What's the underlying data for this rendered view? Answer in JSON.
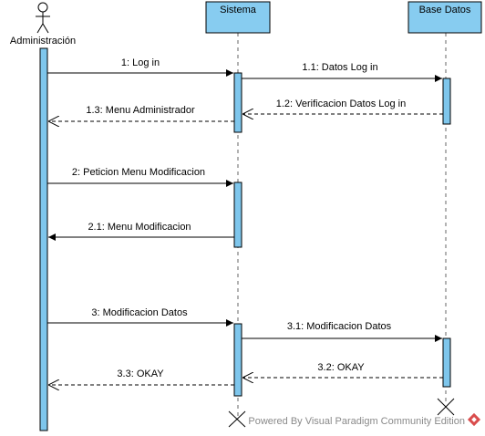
{
  "colors": {
    "activation": "#7ec6ec",
    "header_fill": "#87ccf0",
    "line": "#000000",
    "lifeline_dash": "#666666",
    "watermark": "#8a8a8a",
    "logo": "#d94c4c"
  },
  "lifelines": [
    {
      "id": "admin",
      "name": "Administración",
      "kind": "actor"
    },
    {
      "id": "sistema",
      "name": "Sistema",
      "kind": "object"
    },
    {
      "id": "bd",
      "name": "Base Datos",
      "kind": "object"
    }
  ],
  "messages": [
    {
      "id": "m1",
      "label": "1: Log in",
      "from": "admin",
      "to": "sistema",
      "type": "call"
    },
    {
      "id": "m11",
      "label": "1.1: Datos Log in",
      "from": "sistema",
      "to": "bd",
      "type": "call"
    },
    {
      "id": "m12",
      "label": "1.2: Verificacion Datos Log in",
      "from": "bd",
      "to": "sistema",
      "type": "return"
    },
    {
      "id": "m13",
      "label": "1.3: Menu Administrador",
      "from": "sistema",
      "to": "admin",
      "type": "return"
    },
    {
      "id": "m2",
      "label": "2: Peticion Menu Modificacion",
      "from": "admin",
      "to": "sistema",
      "type": "call"
    },
    {
      "id": "m21",
      "label": "2.1: Menu Modificacion",
      "from": "sistema",
      "to": "admin",
      "type": "reply-solid"
    },
    {
      "id": "m3",
      "label": "3: Modificacion Datos",
      "from": "admin",
      "to": "sistema",
      "type": "call"
    },
    {
      "id": "m31",
      "label": "3.1: Modificacion Datos",
      "from": "sistema",
      "to": "bd",
      "type": "call"
    },
    {
      "id": "m32",
      "label": "3.2: OKAY",
      "from": "bd",
      "to": "sistema",
      "type": "return"
    },
    {
      "id": "m33",
      "label": "3.3: OKAY",
      "from": "sistema",
      "to": "admin",
      "type": "return"
    }
  ],
  "watermark": {
    "text": "Powered By  Visual Paradigm Community Edition",
    "logo_icon": "visual-paradigm-logo"
  }
}
